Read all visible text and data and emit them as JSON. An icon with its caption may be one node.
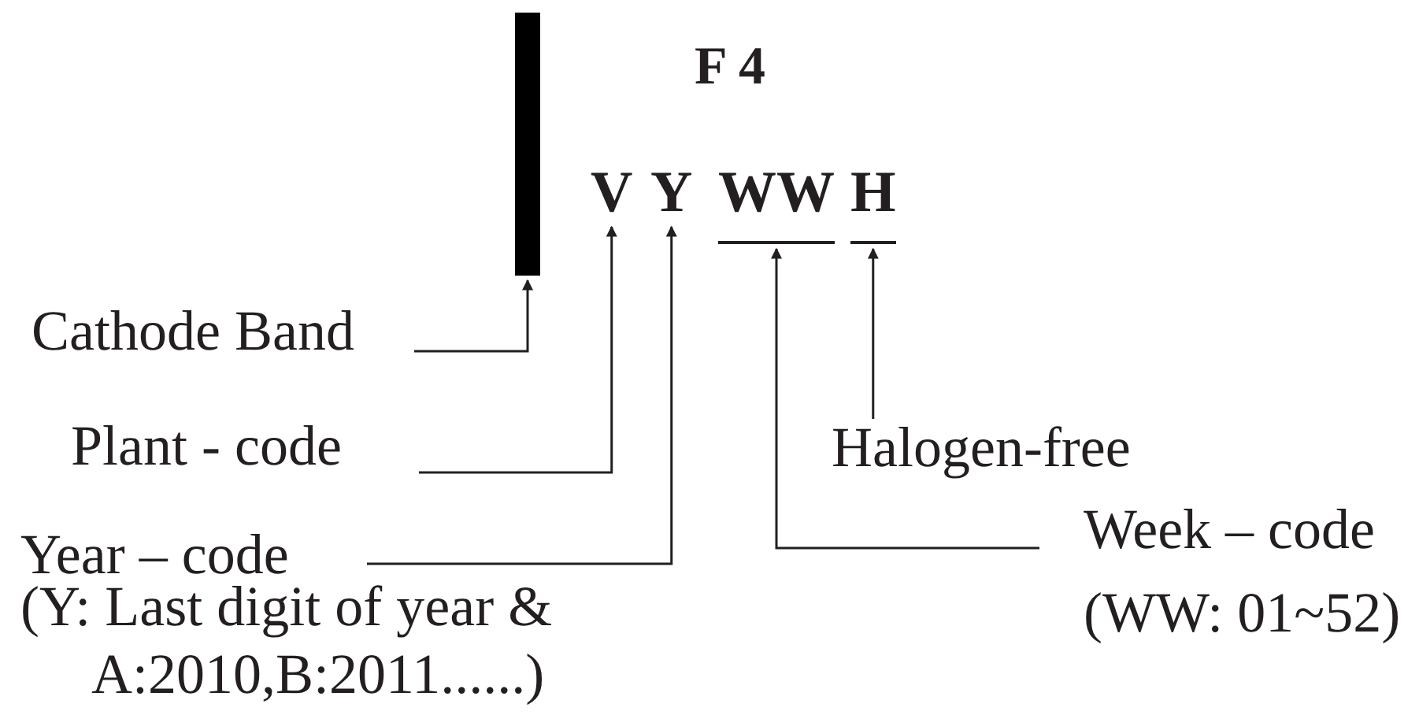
{
  "diagram": {
    "nodes": [
      {
        "text": [],
        "shape": "bar"
      },
      {
        "text": [
          "V"
        ]
      },
      {
        "text": [
          "Y"
        ]
      },
      {
        "text": [
          "WW"
        ]
      },
      {
        "text": [
          "H"
        ]
      },
      {
        "text": [
          "Cathode Band"
        ]
      },
      {
        "text": [
          "Plant - code"
        ]
      },
      {
        "text": [
          "Year – code"
        ],
        "beside": [
          "(Y: Last digit of year & A:2010,B:2011......)"
        ]
      },
      {
        "text": [
          "Halogen-free"
        ]
      },
      {
        "text": [
          "Week – code"
        ],
        "beside": [
          "(WW: 01~52)"
        ]
      }
    ],
    "edges": [
      {
        "from": 5,
        "to": 0,
        "arrow": "to"
      },
      {
        "from": 6,
        "to": 1,
        "arrow": "to"
      },
      {
        "from": 7,
        "to": 2,
        "arrow": "to"
      },
      {
        "from": 8,
        "to": 4,
        "arrow": "to"
      },
      {
        "from": 9,
        "to": 3,
        "arrow": "to"
      }
    ],
    "labels": [
      "F 4"
    ]
  }
}
